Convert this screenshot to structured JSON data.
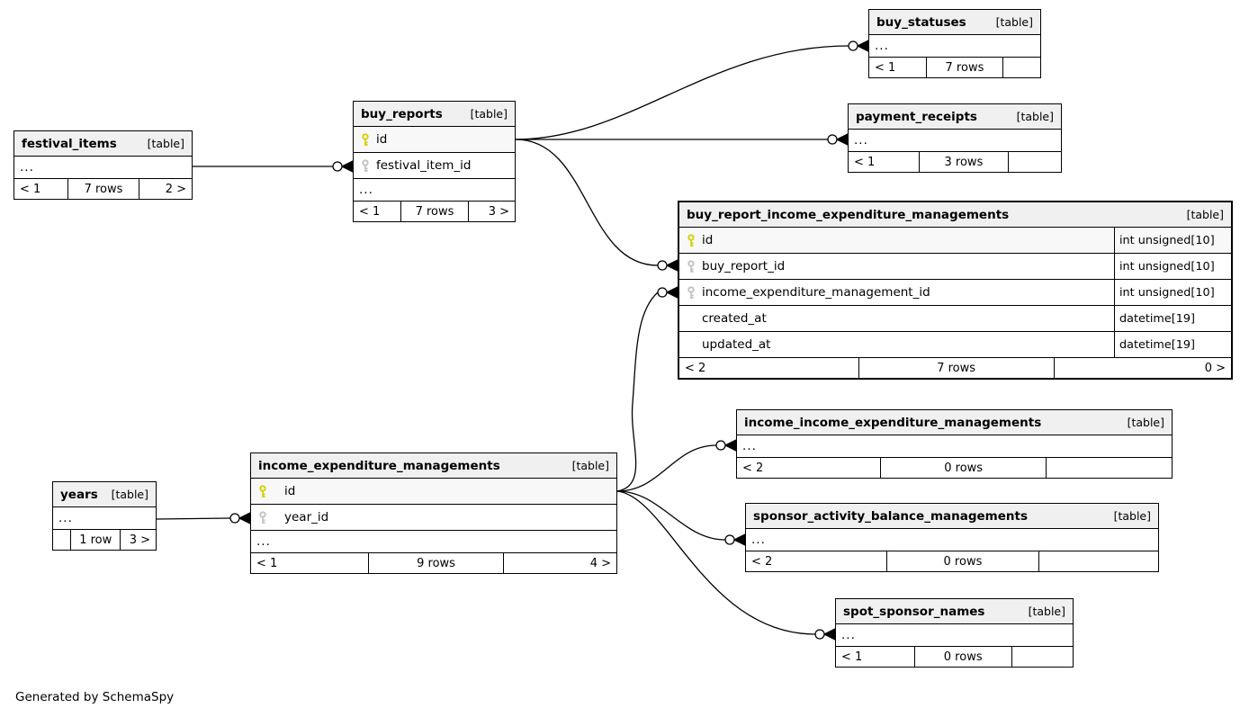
{
  "credit": "Generated by SchemaSpy",
  "colors": {
    "header_bg": "#f0f0f0",
    "primary_key_icon": "#d6ce00",
    "foreign_key_icon": "#c2c2c2",
    "border": "#000000"
  },
  "tables": {
    "festival_items": {
      "name": "festival_items",
      "tag": "[table]",
      "ellipsis": "...",
      "footer": {
        "left": "< 1",
        "mid": "7 rows",
        "right": "2 >"
      }
    },
    "buy_reports": {
      "name": "buy_reports",
      "tag": "[table]",
      "ellipsis": "...",
      "columns": [
        {
          "name": "id",
          "key": "pk"
        },
        {
          "name": "festival_item_id",
          "key": "fk"
        }
      ],
      "footer": {
        "left": "< 1",
        "mid": "7 rows",
        "right": "3 >"
      }
    },
    "buy_statuses": {
      "name": "buy_statuses",
      "tag": "[table]",
      "ellipsis": "...",
      "footer": {
        "left": "< 1",
        "mid": "7 rows",
        "right": ""
      }
    },
    "payment_receipts": {
      "name": "payment_receipts",
      "tag": "[table]",
      "ellipsis": "...",
      "footer": {
        "left": "< 1",
        "mid": "3 rows",
        "right": ""
      }
    },
    "buy_report_income_expenditure_managements": {
      "name": "buy_report_income_expenditure_managements",
      "tag": "[table]",
      "columns": [
        {
          "name": "id",
          "key": "pk",
          "type": "int unsigned[10]"
        },
        {
          "name": "buy_report_id",
          "key": "fk",
          "type": "int unsigned[10]"
        },
        {
          "name": "income_expenditure_management_id",
          "key": "fk",
          "type": "int unsigned[10]"
        },
        {
          "name": "created_at",
          "key": "",
          "type": "datetime[19]"
        },
        {
          "name": "updated_at",
          "key": "",
          "type": "datetime[19]"
        }
      ],
      "footer": {
        "left": "< 2",
        "mid": "7 rows",
        "right": "0 >"
      }
    },
    "income_income_expenditure_managements": {
      "name": "income_income_expenditure_managements",
      "tag": "[table]",
      "ellipsis": "...",
      "footer": {
        "left": "< 2",
        "mid": "0 rows",
        "right": ""
      }
    },
    "sponsor_activity_balance_managements": {
      "name": "sponsor_activity_balance_managements",
      "tag": "[table]",
      "ellipsis": "...",
      "footer": {
        "left": "< 2",
        "mid": "0 rows",
        "right": ""
      }
    },
    "spot_sponsor_names": {
      "name": "spot_sponsor_names",
      "tag": "[table]",
      "ellipsis": "...",
      "footer": {
        "left": "< 1",
        "mid": "0 rows",
        "right": ""
      }
    },
    "years": {
      "name": "years",
      "tag": "[table]",
      "ellipsis": "...",
      "footer": {
        "left": "",
        "mid": "1 row",
        "right": "3 >"
      }
    },
    "income_expenditure_managements": {
      "name": "income_expenditure_managements",
      "tag": "[table]",
      "ellipsis": "...",
      "columns": [
        {
          "name": "id",
          "key": "pk"
        },
        {
          "name": "year_id",
          "key": "fk"
        }
      ],
      "footer": {
        "left": "< 1",
        "mid": "9 rows",
        "right": "4 >"
      }
    }
  },
  "relationships": [
    {
      "from": "festival_items",
      "to": "buy_reports.festival_item_id"
    },
    {
      "from": "buy_reports.id",
      "to": "buy_statuses"
    },
    {
      "from": "buy_reports.id",
      "to": "payment_receipts"
    },
    {
      "from": "buy_reports.id",
      "to": "buy_report_income_expenditure_managements.buy_report_id"
    },
    {
      "from": "income_expenditure_managements.id",
      "to": "buy_report_income_expenditure_managements.income_expenditure_management_id"
    },
    {
      "from": "income_expenditure_managements.id",
      "to": "income_income_expenditure_managements"
    },
    {
      "from": "income_expenditure_managements.id",
      "to": "sponsor_activity_balance_managements"
    },
    {
      "from": "income_expenditure_managements.id",
      "to": "spot_sponsor_names"
    },
    {
      "from": "years",
      "to": "income_expenditure_managements.year_id"
    }
  ]
}
